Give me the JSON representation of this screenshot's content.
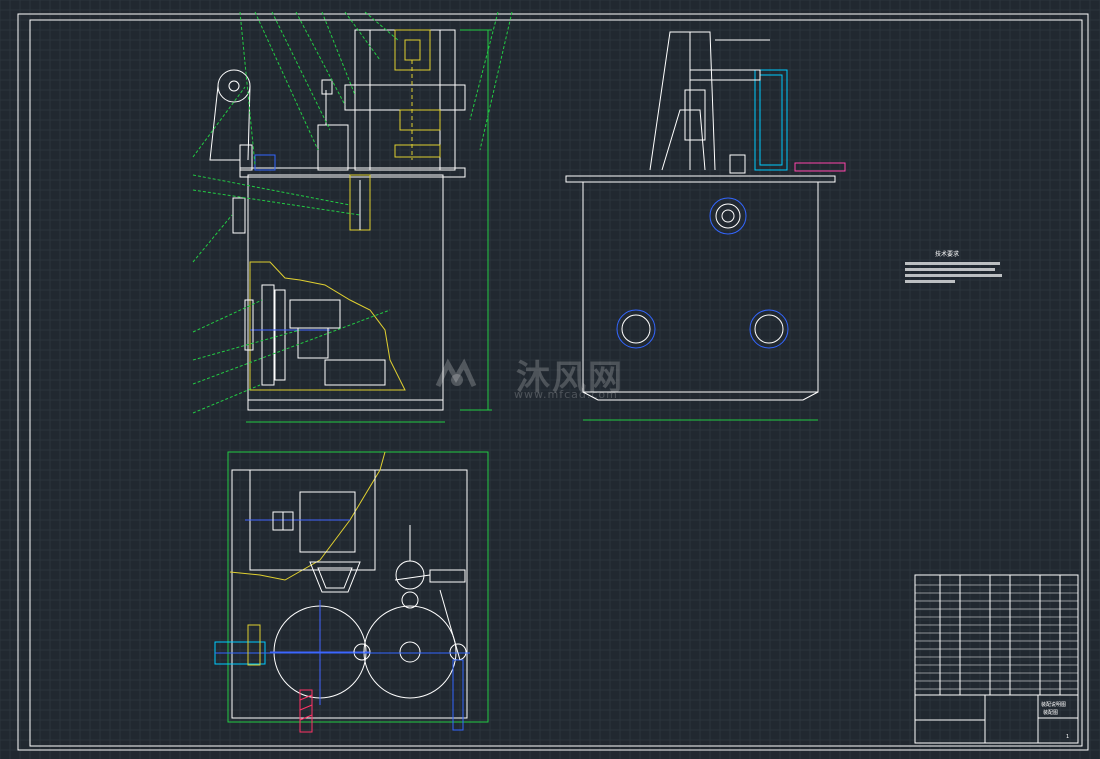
{
  "canvas": {
    "background": "#212830",
    "grid_color": "#2c343c"
  },
  "colors": {
    "outline": "#ffffff",
    "dimension": "#22cc44",
    "leader": "#22cc44",
    "center_line": "#4466ff",
    "hidden": "#00ccff",
    "section": "#e0d030",
    "hatch_red": "#ff3366",
    "accent_blue": "#3366ff",
    "magenta": "#ff44aa"
  },
  "watermark": {
    "text": "沐风网",
    "url": "www.mfcad.com",
    "logo": "mf-logo-icon"
  },
  "notes": {
    "title": "技术要求",
    "line_count": 4
  },
  "title_block": {
    "drawing_name_1": "装配说明图",
    "drawing_name_2": "装配图",
    "sheet": "1"
  }
}
